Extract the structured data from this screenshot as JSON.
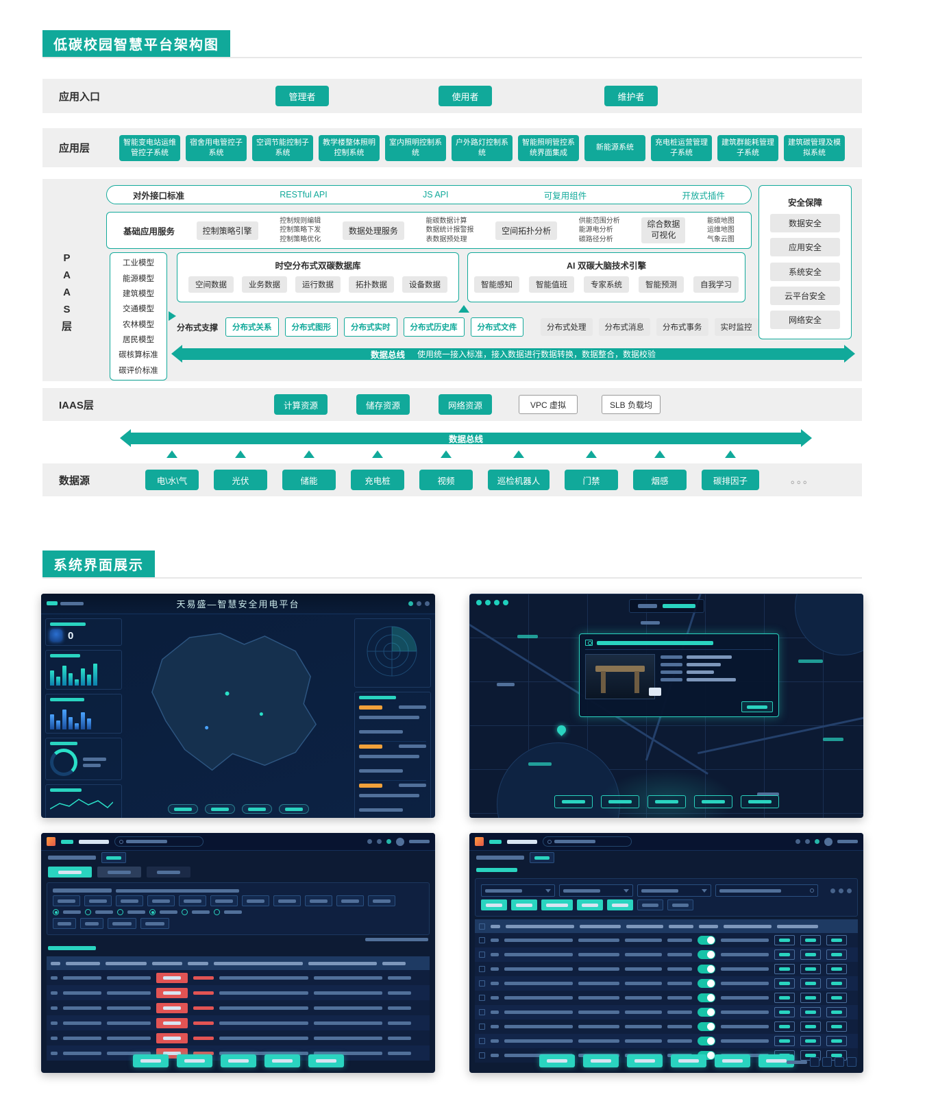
{
  "sections": {
    "architecture_title": "低碳校园智慧平台架构图",
    "showcase_title": "系统界面展示"
  },
  "entry": {
    "label": "应用入口",
    "roles": [
      "管理者",
      "使用者",
      "维护者"
    ]
  },
  "app_layer": {
    "label": "应用层",
    "systems": [
      "智能变电站运维管控子系统",
      "宿舍用电管控子系统",
      "空调节能控制子系统",
      "教学楼整体照明控制系统",
      "室内照明控制系统",
      "户外路灯控制系统",
      "智能照明管控系统界面集成",
      "新能源系统",
      "充电桩运营管理子系统",
      "建筑群能耗管理子系统",
      "建筑碳管理及模拟系统"
    ]
  },
  "paas": {
    "label_chars": [
      "P",
      "A",
      "A",
      "S",
      "层"
    ],
    "interface_bar": {
      "label": "对外接口标准",
      "items": [
        "RESTful API",
        "JS API",
        "可复用组件",
        "开放式插件"
      ]
    },
    "services_bar": {
      "label": "基础应用服务",
      "groups": [
        {
          "box": "控制策略引擎",
          "lines": [
            "控制规则编辑",
            "控制策略下发",
            "控制策略优化"
          ]
        },
        {
          "box": "数据处理服务",
          "lines": [
            "能碳数据计算",
            "数据统计报警报",
            "表数据预处理"
          ]
        },
        {
          "box": "空间拓扑分析",
          "lines": [
            "供能范围分析",
            "能源电分析",
            "碳路径分析"
          ]
        },
        {
          "box": "综合数据可视化",
          "lines": [
            "能碳地图",
            "运维地图",
            "气象云图"
          ]
        }
      ]
    },
    "models": [
      "工业模型",
      "能源模型",
      "建筑模型",
      "交通模型",
      "农林模型",
      "居民模型",
      "碳核算标准",
      "碳评价标准"
    ],
    "database": {
      "title": "时空分布式双碳数据库",
      "items": [
        "空间数据",
        "业务数据",
        "运行数据",
        "拓扑数据",
        "设备数据"
      ]
    },
    "ai_engine": {
      "title": "AI 双碳大脑技术引擎",
      "items": [
        "智能感知",
        "智能值班",
        "专家系统",
        "智能预测",
        "自我学习"
      ]
    },
    "distributed": {
      "label": "分布式支撑",
      "teal_items": [
        "分布式关系",
        "分布式图形",
        "分布式实时",
        "分布式历史库",
        "分布式文件"
      ],
      "gray_items": [
        "分布式处理",
        "分布式消息",
        "分布式事务",
        "实时监控"
      ]
    },
    "bus": {
      "label": "数据总线",
      "desc": "使用统一接入标准，接入数据进行数据转换，数据整合，数据校验"
    },
    "security": {
      "title": "安全保障",
      "items": [
        "数据安全",
        "应用安全",
        "系统安全",
        "云平台安全",
        "网络安全"
      ]
    }
  },
  "iaas": {
    "label": "IAAS层",
    "resources": [
      "计算资源",
      "储存资源",
      "网络资源"
    ],
    "outline_items": [
      "VPC 虚拟",
      "SLB 负载均"
    ]
  },
  "bus2": {
    "label": "数据总线"
  },
  "datasources": {
    "label": "数据源",
    "items": [
      "电\\水\\气",
      "光伏",
      "储能",
      "充电桩",
      "视频",
      "巡检机器人",
      "门禁",
      "烟感",
      "碳排因子"
    ],
    "ellipsis": "。。。"
  },
  "showcase": {
    "dashboard_a": {
      "title": "天易盛—智慧安全用电平台",
      "stat_value": "0"
    }
  }
}
